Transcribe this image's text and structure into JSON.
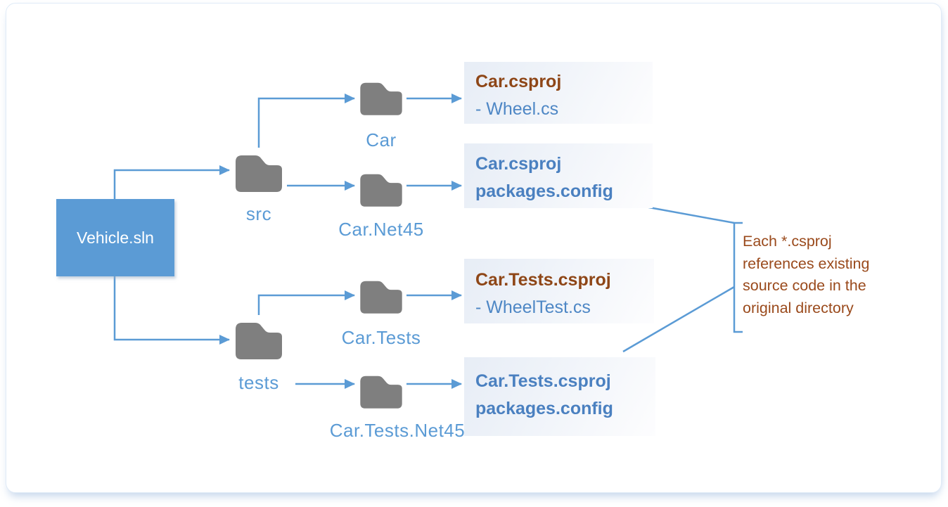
{
  "colors": {
    "arrow_blue": "#5b9bd5",
    "folder_gray": "#7f7f7f",
    "solution_box_blue": "#5b9bd5",
    "solution_text_white": "#ffffff",
    "folder_label_blue": "#5b9bd5",
    "project_title_brown": "#8e4617",
    "file_item_blue": "#4e87c5",
    "file_bold_blue": "#4a80c0",
    "annotation_brown": "#9a4a1c",
    "block_bg_light": "#e7edf6"
  },
  "solution": {
    "label": "Vehicle.sln"
  },
  "folders": [
    {
      "label": "src"
    },
    {
      "label": "tests"
    },
    {
      "label": "Car"
    },
    {
      "label": "Car.Net45"
    },
    {
      "label": "Car.Tests"
    },
    {
      "label": "Car.Tests.Net45"
    }
  ],
  "file_blocks": [
    {
      "line1": "Car.csproj",
      "line2": "- Wheel.cs"
    },
    {
      "line1": "Car.csproj",
      "line2": "packages.config"
    },
    {
      "line1": "Car.Tests.csproj",
      "line2": "- WheelTest.cs"
    },
    {
      "line1": "Car.Tests.csproj",
      "line2": "packages.config"
    }
  ],
  "annotation": {
    "text": "Each *.csproj references existing source code in the original directory",
    "lines": [
      "Each *.csproj",
      "references existing",
      "source code in the",
      "original directory"
    ]
  }
}
